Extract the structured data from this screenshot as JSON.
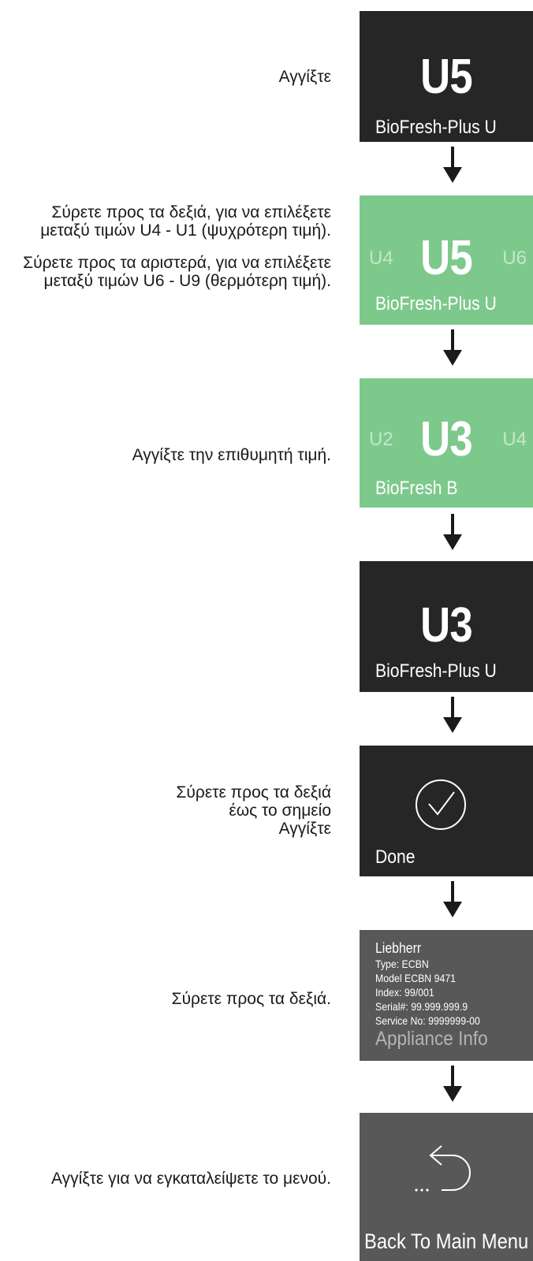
{
  "steps": [
    {
      "instruction": [
        "Αγγίξτε"
      ],
      "screen": {
        "value": "U5",
        "label": "BioFresh-Plus U"
      }
    },
    {
      "instruction": [
        "Σύρετε προς τα δεξιά, για να επιλέξετε μεταξύ τιμών U4 - U1 (ψυχρότερη τιμή).",
        "Σύρετε προς τα αριστερά, για να επιλέξετε μεταξύ τιμών U6 - U9 (θερμότερη τιμή)."
      ],
      "screen": {
        "left": "U4",
        "value": "U5",
        "right": "U6",
        "label": "BioFresh-Plus U"
      }
    },
    {
      "instruction": [
        "Αγγίξτε την επιθυμητή τιμή."
      ],
      "screen": {
        "left": "U2",
        "value": "U3",
        "right": "U4",
        "label": "BioFresh B"
      }
    },
    {
      "screen": {
        "value": "U3",
        "label": "BioFresh-Plus U"
      }
    },
    {
      "instruction": [
        "Σύρετε προς τα δεξιά",
        "έως το σημείο",
        "Αγγίξτε"
      ],
      "screen": {
        "label": "Done",
        "icon": "check-circle-icon"
      }
    },
    {
      "instruction": [
        "Σύρετε προς τα δεξιά."
      ],
      "screen": {
        "brand": "Liebherr",
        "lines": [
          "Type: ECBN",
          "Model ECBN 9471",
          "Index: 99/001",
          "Serial#: 99.999.999.9",
          "Service No: 9999999-00"
        ],
        "title": "Appliance Info"
      }
    },
    {
      "instruction": [
        "Αγγίξτε για να εγκαταλείψετε το μενού."
      ],
      "screen": {
        "label": "Back To Main Menu",
        "icon": "back-arrow-icon"
      }
    }
  ],
  "colors": {
    "dark": "#262626",
    "green": "#7dc98b",
    "grey": "#585858"
  }
}
